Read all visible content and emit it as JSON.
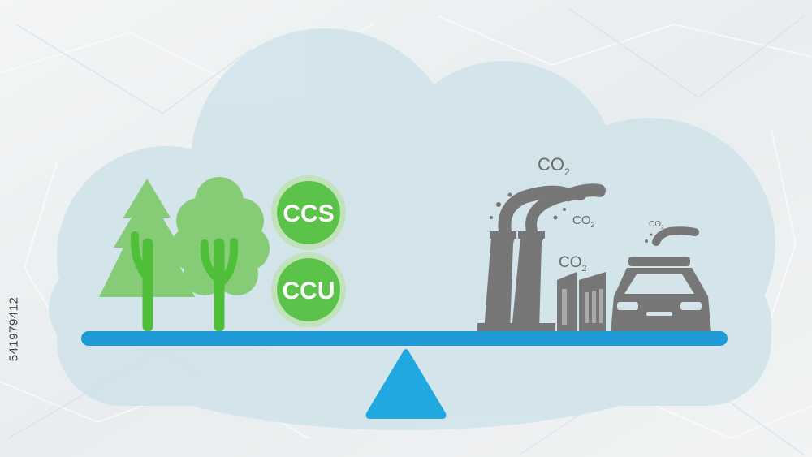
{
  "badges": {
    "ccs": "CCS",
    "ccu": "CCU"
  },
  "emissions": {
    "co2_main": {
      "base": "CO",
      "sub": "2"
    },
    "co2_mid": {
      "base": "CO",
      "sub": "2"
    },
    "co2_factory": {
      "base": "CO",
      "sub": "2"
    },
    "co2_car": {
      "base": "CO",
      "sub": "2"
    }
  },
  "watermark": "541979412",
  "colors": {
    "cloud": "#cfe3ea",
    "beam": "#1e9bd7",
    "fulcrum": "#21a8e0",
    "badge_green": "#5cc34a",
    "tree_dark": "#4fbf3a",
    "tree_light": "#86cc76",
    "industry_gray": "#777777"
  }
}
